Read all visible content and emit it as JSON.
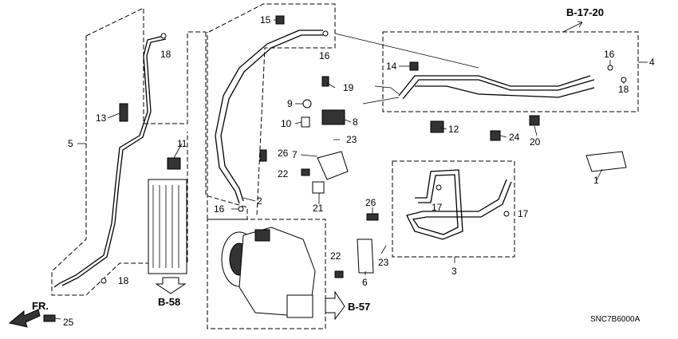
{
  "callouts": [
    {
      "id": "c1",
      "text": "1"
    },
    {
      "id": "c2",
      "text": "2"
    },
    {
      "id": "c3",
      "text": "3"
    },
    {
      "id": "c4",
      "text": "4"
    },
    {
      "id": "c5",
      "text": "5"
    },
    {
      "id": "c6",
      "text": "6"
    },
    {
      "id": "c7",
      "text": "7"
    },
    {
      "id": "c8",
      "text": "8"
    },
    {
      "id": "c9",
      "text": "9"
    },
    {
      "id": "c10",
      "text": "10"
    },
    {
      "id": "c11",
      "text": "11"
    },
    {
      "id": "c12",
      "text": "12"
    },
    {
      "id": "c13",
      "text": "13"
    },
    {
      "id": "c14",
      "text": "14"
    },
    {
      "id": "c15",
      "text": "15"
    },
    {
      "id": "c16a",
      "text": "16"
    },
    {
      "id": "c16b",
      "text": "16"
    },
    {
      "id": "c16c",
      "text": "16"
    },
    {
      "id": "c17a",
      "text": "17"
    },
    {
      "id": "c17b",
      "text": "17"
    },
    {
      "id": "c18a",
      "text": "18"
    },
    {
      "id": "c18b",
      "text": "18"
    },
    {
      "id": "c18c",
      "text": "18"
    },
    {
      "id": "c19",
      "text": "19"
    },
    {
      "id": "c20",
      "text": "20"
    },
    {
      "id": "c21",
      "text": "21"
    },
    {
      "id": "c22a",
      "text": "22"
    },
    {
      "id": "c22b",
      "text": "22"
    },
    {
      "id": "c23a",
      "text": "23"
    },
    {
      "id": "c23b",
      "text": "23"
    },
    {
      "id": "c24",
      "text": "24"
    },
    {
      "id": "c25",
      "text": "25"
    },
    {
      "id": "c26a",
      "text": "26"
    },
    {
      "id": "c26b",
      "text": "26"
    }
  ],
  "references": {
    "b1720": "B-17-20",
    "b58": "B-58",
    "b57": "B-57",
    "front": "FR."
  },
  "diagram_code": "SNC7B6000A"
}
